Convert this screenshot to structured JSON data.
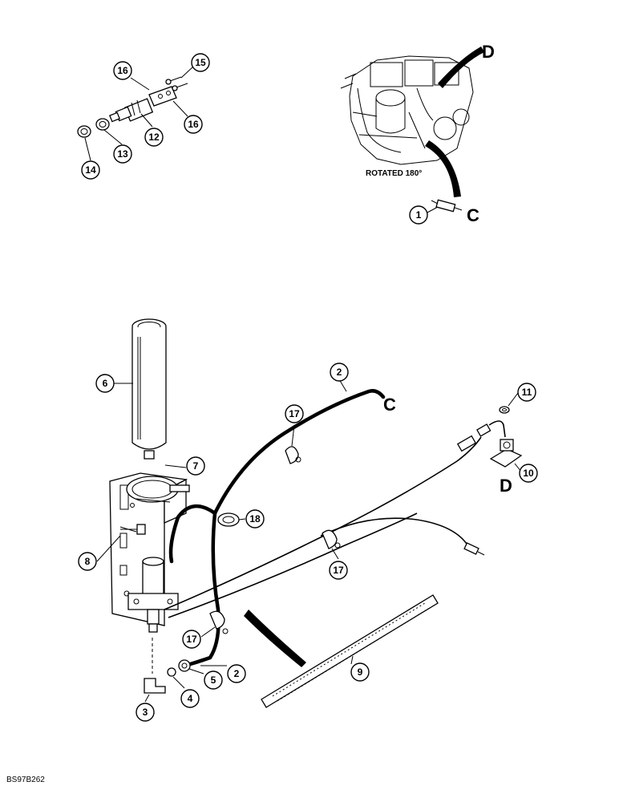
{
  "diagram": {
    "note_rotated": "ROTATED 180°",
    "figure_code": "BS97B262",
    "ref_letters": {
      "c_top": "C",
      "d_top": "D",
      "c_hose": "C",
      "d_bracket": "D"
    },
    "callouts": {
      "c1": "1",
      "c2a": "2",
      "c2b": "2",
      "c3": "3",
      "c4": "4",
      "c5": "5",
      "c6": "6",
      "c7": "7",
      "c8": "8",
      "c9": "9",
      "c10": "10",
      "c11": "11",
      "c12": "12",
      "c13": "13",
      "c14": "14",
      "c15": "15",
      "c16a": "16",
      "c16b": "16",
      "c17a": "17",
      "c17b": "17",
      "c17c": "17",
      "c18": "18"
    }
  }
}
